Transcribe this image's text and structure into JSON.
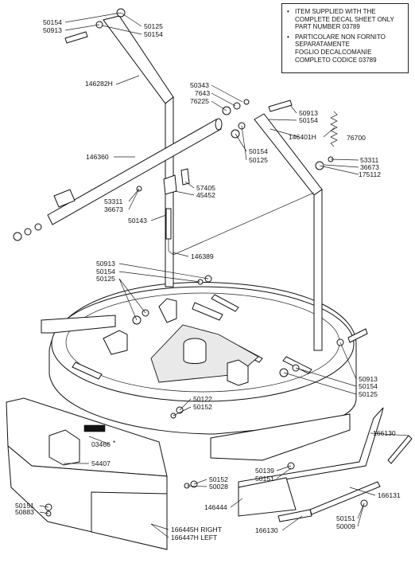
{
  "notes": [
    "ITEM SUPPLIED WITH THE\nCOMPLETE DECAL SHEET ONLY\nPART NUMBER 03789",
    "PARTICOLARE NON FORNITO\nSEPARATAMENTE\nFOGLIO DECALCOMANIE\nCOMPLETO CODICE 03789"
  ],
  "labels": {
    "p50154a": "50154",
    "p50913a": "50913",
    "p50125a": "50125",
    "p50154b": "50154",
    "p146282H": "146282H",
    "p50343": "50343",
    "p7643": "7643",
    "p76225": "76225",
    "p50913b": "50913",
    "p50154c": "50154",
    "p146401H": "146401H",
    "p76700": "76700",
    "p146360": "146360",
    "p50154d": "50154",
    "p50125b": "50125",
    "p53311a": "53311",
    "p36673a": "36673",
    "p175112": "175112",
    "p57405": "57405",
    "p45452": "45452",
    "p53311b": "53311",
    "p36673b": "36673",
    "p50143": "50143",
    "p146389": "146389",
    "p50913c": "50913",
    "p50154e": "50154",
    "p50125c": "50125",
    "p50913d": "50913",
    "p50154f": "50154",
    "p50125d": "50125",
    "p50122": "50122",
    "p50152a": "50152",
    "p03466": "03466",
    "p03466star": "*",
    "p166130a": "166130",
    "p54407": "54407",
    "p50139": "50139",
    "p50151a": "50151",
    "p50152b": "50152",
    "p50028": "50028",
    "p166131": "166131",
    "p146444": "146444",
    "p50151b": "50151",
    "p50883": "50883",
    "p50151c": "50151",
    "p50009": "50009",
    "p166130b": "166130",
    "p166445H": "166445H  RIGHT",
    "p166447H": "166447H  LEFT"
  }
}
